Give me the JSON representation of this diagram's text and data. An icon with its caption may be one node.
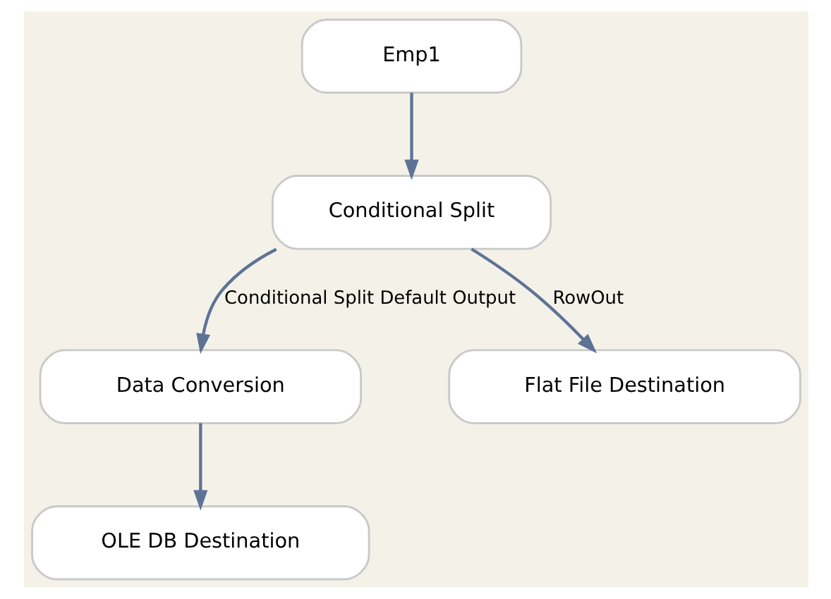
{
  "diagram": {
    "nodes": [
      {
        "text": [
          "Emp1"
        ]
      },
      {
        "text": [
          "Conditional Split"
        ]
      },
      {
        "text": [
          "Data Conversion"
        ]
      },
      {
        "text": [
          "Flat File Destination"
        ]
      },
      {
        "text": [
          "OLE DB Destination"
        ]
      }
    ],
    "edges": [
      {
        "from": 0,
        "to": 1,
        "arrow": "to"
      },
      {
        "from": 1,
        "to": 2,
        "arrow": "to",
        "label": "Conditional Split Default Output"
      },
      {
        "from": 1,
        "to": 3,
        "arrow": "to",
        "label": "RowOut"
      },
      {
        "from": 2,
        "to": 4,
        "arrow": "to"
      }
    ]
  }
}
